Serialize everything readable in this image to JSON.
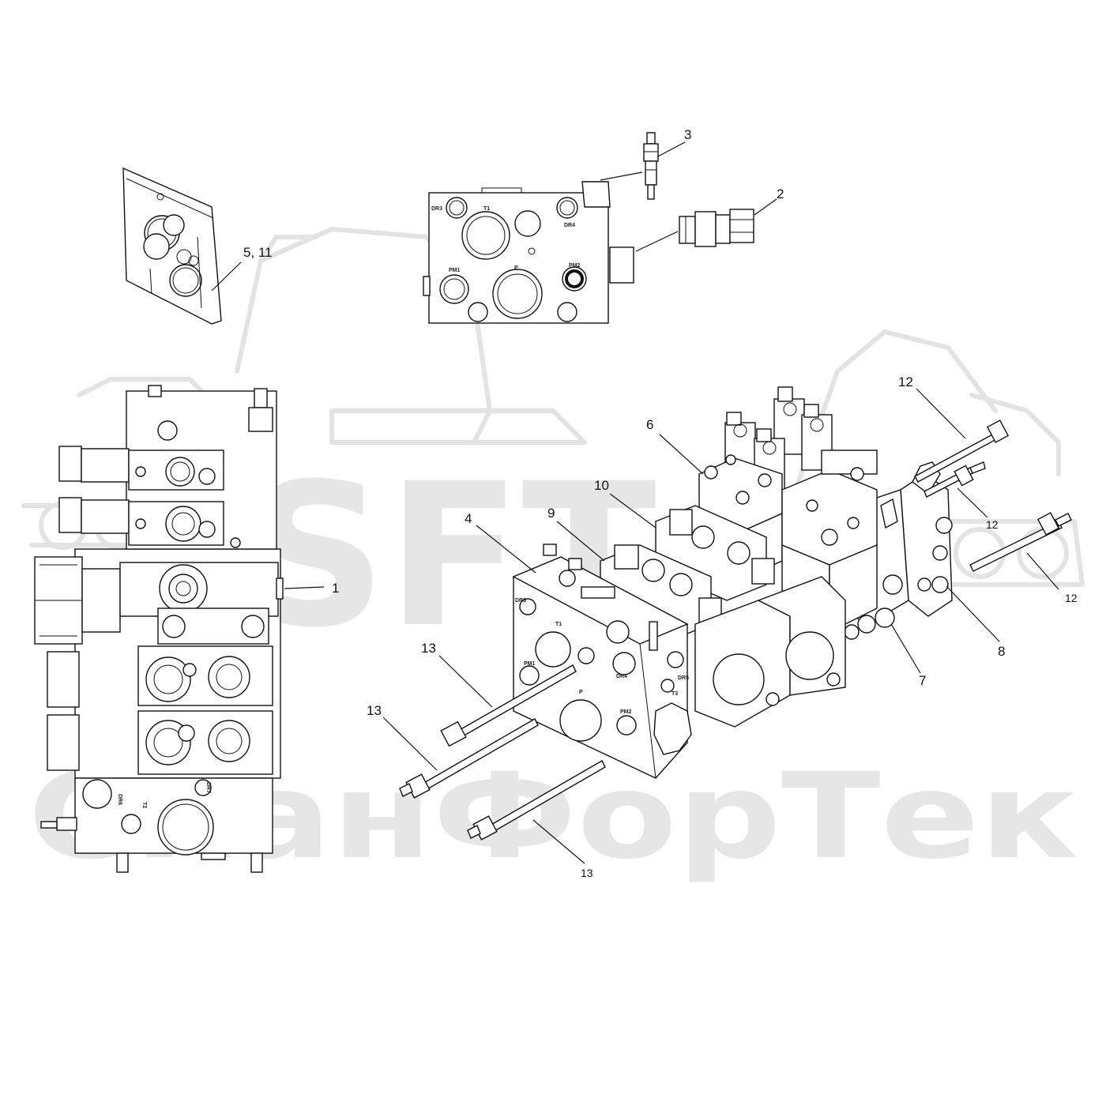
{
  "watermark": {
    "brand": "SFT",
    "company": "СканФорТек"
  },
  "callouts": {
    "c1": "1",
    "c2": "2",
    "c3": "3",
    "c4": "4",
    "c5_11": "5, 11",
    "c6": "6",
    "c7": "7",
    "c8": "8",
    "c9": "9",
    "c10": "10",
    "c12a": "12",
    "c12b": "12",
    "c12c": "12",
    "c13a": "13",
    "c13b": "13",
    "c13c": "13"
  },
  "inlet_cover_ports": {
    "dr3": "DR3",
    "t1": "T1",
    "dr4": "DR4",
    "pm1": "PM1",
    "p": "P",
    "pm2": "PM2"
  },
  "iso_valve_ports": {
    "dr3": "DR3",
    "t1": "T1",
    "pm1": "PM1",
    "dr4": "DR4",
    "p": "P",
    "pm2": "PM2",
    "dr5": "DR5",
    "t3": "T3"
  },
  "side_view_ports": {
    "dr6": "DR6",
    "t2": "T2",
    "dr7": "DR7"
  },
  "colors": {
    "line": "#111111",
    "watermark": "#e6e6e6",
    "background": "#ffffff"
  }
}
